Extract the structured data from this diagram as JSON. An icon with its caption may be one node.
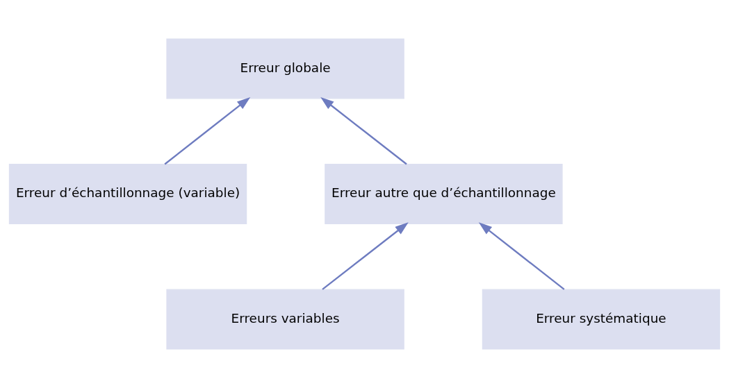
{
  "diagram": {
    "nodes": [
      {
        "text": [
          "Erreur globale"
        ]
      },
      {
        "text": [
          "Erreur d’échantillonnage (variable)"
        ]
      },
      {
        "text": [
          "Erreur autre que d’échantillonnage"
        ]
      },
      {
        "text": [
          "Erreurs variables"
        ]
      },
      {
        "text": [
          "Erreur systématique"
        ]
      }
    ],
    "edges": [
      {
        "from": 1,
        "to": 0,
        "arrow": "to"
      },
      {
        "from": 2,
        "to": 0,
        "arrow": "to"
      },
      {
        "from": 3,
        "to": 2,
        "arrow": "to"
      },
      {
        "from": 4,
        "to": 2,
        "arrow": "to"
      }
    ]
  }
}
